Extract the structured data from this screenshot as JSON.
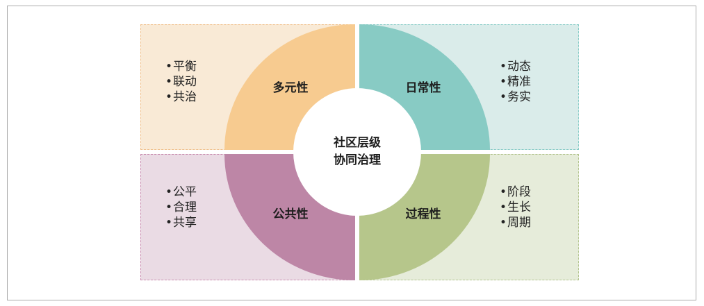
{
  "center": {
    "line1": "社区层级",
    "line2": "协同治理"
  },
  "quadrants": {
    "top_left": {
      "label": "多元性",
      "color": "#f7cb90",
      "items": [
        "平衡",
        "联动",
        "共治"
      ]
    },
    "top_right": {
      "label": "日常性",
      "color": "#88cbc4",
      "items": [
        "动态",
        "精准",
        "务实"
      ]
    },
    "bottom_left": {
      "label": "公共性",
      "color": "#bd86a6",
      "items": [
        "公平",
        "合理",
        "共享"
      ]
    },
    "bottom_right": {
      "label": "过程性",
      "color": "#b6c68b",
      "items": [
        "阶段",
        "生长",
        "周期"
      ]
    }
  }
}
